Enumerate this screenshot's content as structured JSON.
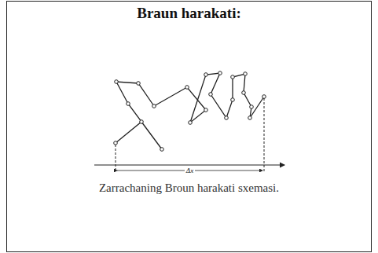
{
  "diagram": {
    "title": "Braun harakati:",
    "caption": "Zarrachaning Broun harakati sxemasi.",
    "labels": [
      "Δx"
    ]
  }
}
